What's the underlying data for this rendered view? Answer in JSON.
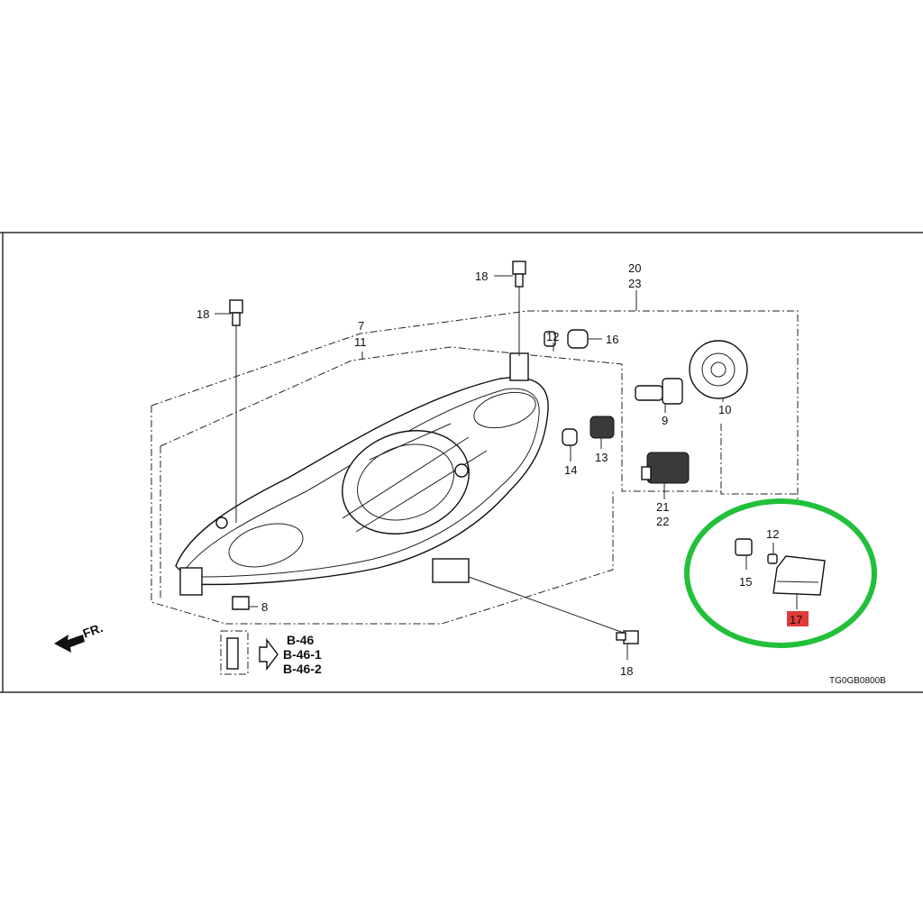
{
  "diagram": {
    "part_labels": {
      "p18_top": "18",
      "p18_left": "18",
      "p18_bottom": "18",
      "p7": "7",
      "p11": "11",
      "p20": "20",
      "p23": "23",
      "p12_a": "12",
      "p16": "16",
      "p9": "9",
      "p10": "10",
      "p14": "14",
      "p13": "13",
      "p21": "21",
      "p22": "22",
      "p8": "8",
      "p12_b": "12",
      "p15": "15",
      "p17": "17"
    },
    "references": [
      "B-46",
      "B-46-1",
      "B-46-2"
    ],
    "direction_label": "FR.",
    "diagram_code": "TG0GB0800B",
    "colors": {
      "highlight_circle": "#22c03a",
      "highlight_label": "#e23a3a"
    }
  }
}
